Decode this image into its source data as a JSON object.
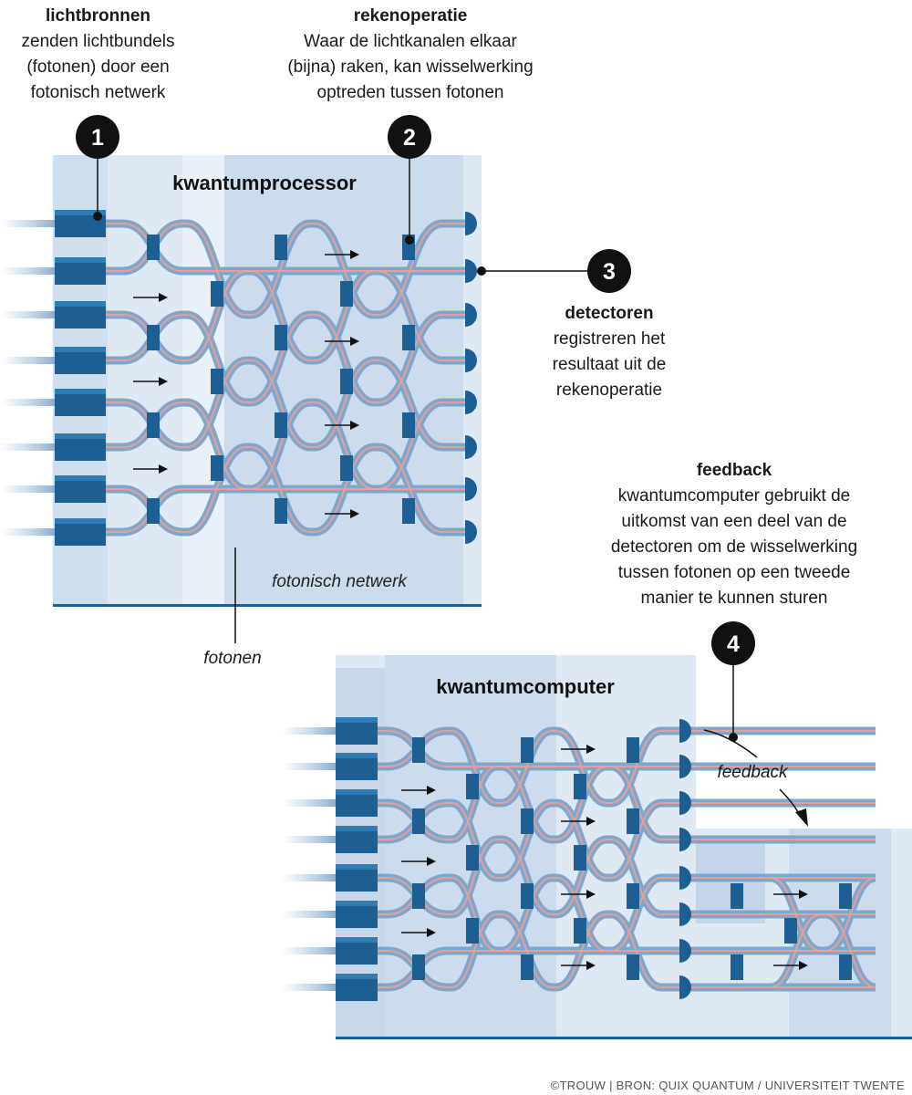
{
  "callouts": [
    {
      "number": "1",
      "title": "lichtbronnen",
      "lines": [
        "zenden lichtbundels",
        "(fotonen) door een",
        "fotonisch netwerk"
      ]
    },
    {
      "number": "2",
      "title": "rekenoperatie",
      "lines": [
        "Waar de lichtkanalen elkaar",
        "(bijna) raken, kan wisselwerking",
        "optreden tussen fotonen"
      ]
    },
    {
      "number": "3",
      "title": "detectoren",
      "lines": [
        "registreren het",
        "resultaat uit de",
        "rekenoperatie"
      ]
    },
    {
      "number": "4",
      "title": "feedback",
      "lines": [
        "kwantumcomputer gebruikt de",
        "uitkomst van een deel van de",
        "detectoren om de wisselwerking",
        "tussen fotonen op een tweede",
        "manier te kunnen sturen"
      ]
    }
  ],
  "processor": {
    "title": "kwantumprocessor",
    "network_label": "fotonisch netwerk",
    "photons_label": "fotonen"
  },
  "computer": {
    "title": "kwantumcomputer",
    "feedback_label": "feedback"
  },
  "credit": "©TROUW |  BRON: QUIX QUANTUM / UNIVERSITEIT TWENTE",
  "colors": {
    "panel": "#dce7f3",
    "panel_dark": "#c4d5e9",
    "waveguide": "#7fa6cc",
    "photon": "#f0a090",
    "component": "#1d5f92",
    "badge": "#111111"
  }
}
